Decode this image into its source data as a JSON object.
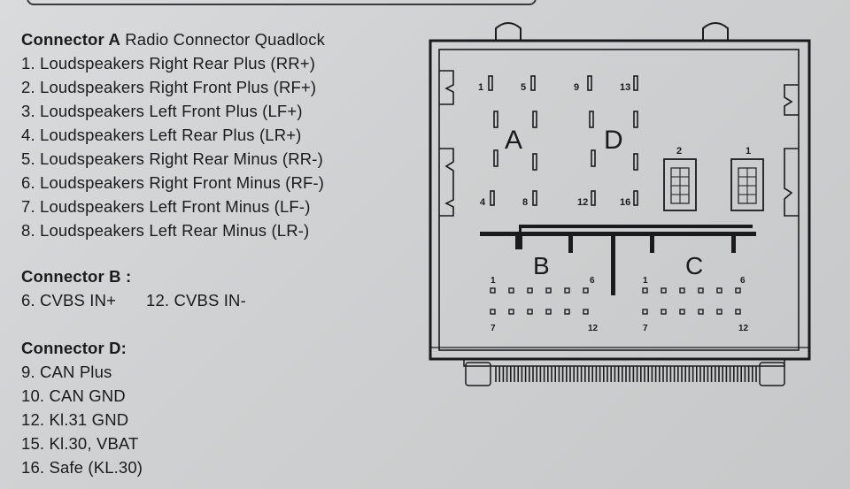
{
  "connector_a": {
    "heading": "Connector A",
    "title": "Radio Connector Quadlock",
    "pins": [
      "1. Loudspeakers Right Rear Plus (RR+)",
      "2. Loudspeakers Right Front Plus (RF+)",
      "3. Loudspeakers Left Front Plus (LF+)",
      "4. Loudspeakers Left Rear Plus (LR+)",
      "5. Loudspeakers Right Rear Minus (RR-)",
      "6. Loudspeakers Right Front Minus (RF-)",
      "7. Loudspeakers Left Front Minus (LF-)",
      "8. Loudspeakers Left Rear Minus (LR-)"
    ]
  },
  "connector_b": {
    "heading": "Connector B :",
    "pins": [
      "6. CVBS IN+",
      "12. CVBS IN-"
    ]
  },
  "connector_d": {
    "heading": "Connector D:",
    "pins": [
      "9. CAN Plus",
      "10. CAN GND",
      "12. Kl.31 GND",
      "15. Kl.30, VBAT",
      "16. Safe (KL.30)"
    ]
  },
  "diagram": {
    "block_a": {
      "letter": "A",
      "pins_top": [
        "1",
        "5"
      ],
      "pins_bottom": [
        "4",
        "8"
      ]
    },
    "block_d": {
      "letter": "D",
      "pins_top": [
        "9",
        "13"
      ],
      "pins_bottom": [
        "12",
        "16"
      ]
    },
    "block_b": {
      "letter": "B",
      "left_top": "1",
      "right_top": "6",
      "left_bottom": "7",
      "right_bottom": "12"
    },
    "block_c": {
      "letter": "C",
      "left_top": "1",
      "right_top": "6",
      "left_bottom": "7",
      "right_bottom": "12"
    },
    "fakra_left": "2",
    "fakra_right": "1"
  }
}
